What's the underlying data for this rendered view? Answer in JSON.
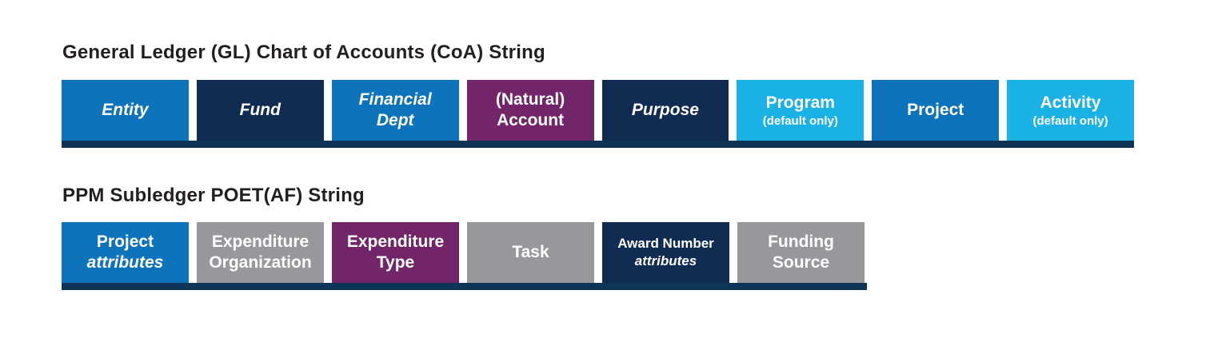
{
  "page": {
    "background": "#ffffff",
    "title_color": "#231f20"
  },
  "colors": {
    "blue": "#0d73ba",
    "navy": "#112c52",
    "purple": "#722569",
    "cyan": "#1ab1e6",
    "gray": "#97989b",
    "underbar": "#0e3458",
    "label_text": "#ffffff"
  },
  "gl_row": {
    "title": "General Ledger (GL) Chart of Accounts (CoA) String",
    "bar_color": "#0e3458",
    "segments": [
      {
        "color": "#0d73ba",
        "lines": [
          {
            "text": "Entity",
            "italic": true,
            "size": "main"
          }
        ]
      },
      {
        "color": "#112c52",
        "lines": [
          {
            "text": "Fund",
            "italic": true,
            "size": "main"
          }
        ]
      },
      {
        "color": "#0d73ba",
        "lines": [
          {
            "text": "Financial",
            "italic": true,
            "size": "main"
          },
          {
            "text": "Dept",
            "italic": true,
            "size": "main"
          }
        ]
      },
      {
        "color": "#722569",
        "lines": [
          {
            "text": "(Natural)",
            "italic": false,
            "size": "main"
          },
          {
            "text": "Account",
            "italic": false,
            "size": "main"
          }
        ]
      },
      {
        "color": "#112c52",
        "lines": [
          {
            "text": "Purpose",
            "italic": true,
            "size": "main"
          }
        ]
      },
      {
        "color": "#1ab1e6",
        "lines": [
          {
            "text": "Program",
            "italic": false,
            "size": "main"
          },
          {
            "text": "(default only)",
            "italic": false,
            "size": "sub"
          }
        ]
      },
      {
        "color": "#0d73ba",
        "lines": [
          {
            "text": "Project",
            "italic": false,
            "size": "main"
          }
        ]
      },
      {
        "color": "#1ab1e6",
        "lines": [
          {
            "text": "Activity",
            "italic": false,
            "size": "main"
          },
          {
            "text": "(default only)",
            "italic": false,
            "size": "sub"
          }
        ]
      }
    ]
  },
  "ppm_row": {
    "title": "PPM Subledger POET(AF) String",
    "bar_color": "#0e3458",
    "segments": [
      {
        "color": "#0d73ba",
        "lines": [
          {
            "text": "Project",
            "italic": false,
            "size": "main"
          },
          {
            "text": "attributes",
            "italic": true,
            "size": "main"
          }
        ]
      },
      {
        "color": "#97989b",
        "lines": [
          {
            "text": "Expenditure",
            "italic": false,
            "size": "main"
          },
          {
            "text": "Organization",
            "italic": false,
            "size": "main"
          }
        ]
      },
      {
        "color": "#722569",
        "lines": [
          {
            "text": "Expenditure",
            "italic": false,
            "size": "main"
          },
          {
            "text": "Type",
            "italic": false,
            "size": "main"
          }
        ]
      },
      {
        "color": "#97989b",
        "lines": [
          {
            "text": "Task",
            "italic": false,
            "size": "main"
          }
        ]
      },
      {
        "color": "#112c52",
        "lines": [
          {
            "text": "Award Number",
            "italic": false,
            "size": "small"
          },
          {
            "text": "attributes",
            "italic": true,
            "size": "small"
          }
        ]
      },
      {
        "color": "#97989b",
        "lines": [
          {
            "text": "Funding",
            "italic": false,
            "size": "main"
          },
          {
            "text": "Source",
            "italic": false,
            "size": "main"
          }
        ]
      }
    ]
  }
}
